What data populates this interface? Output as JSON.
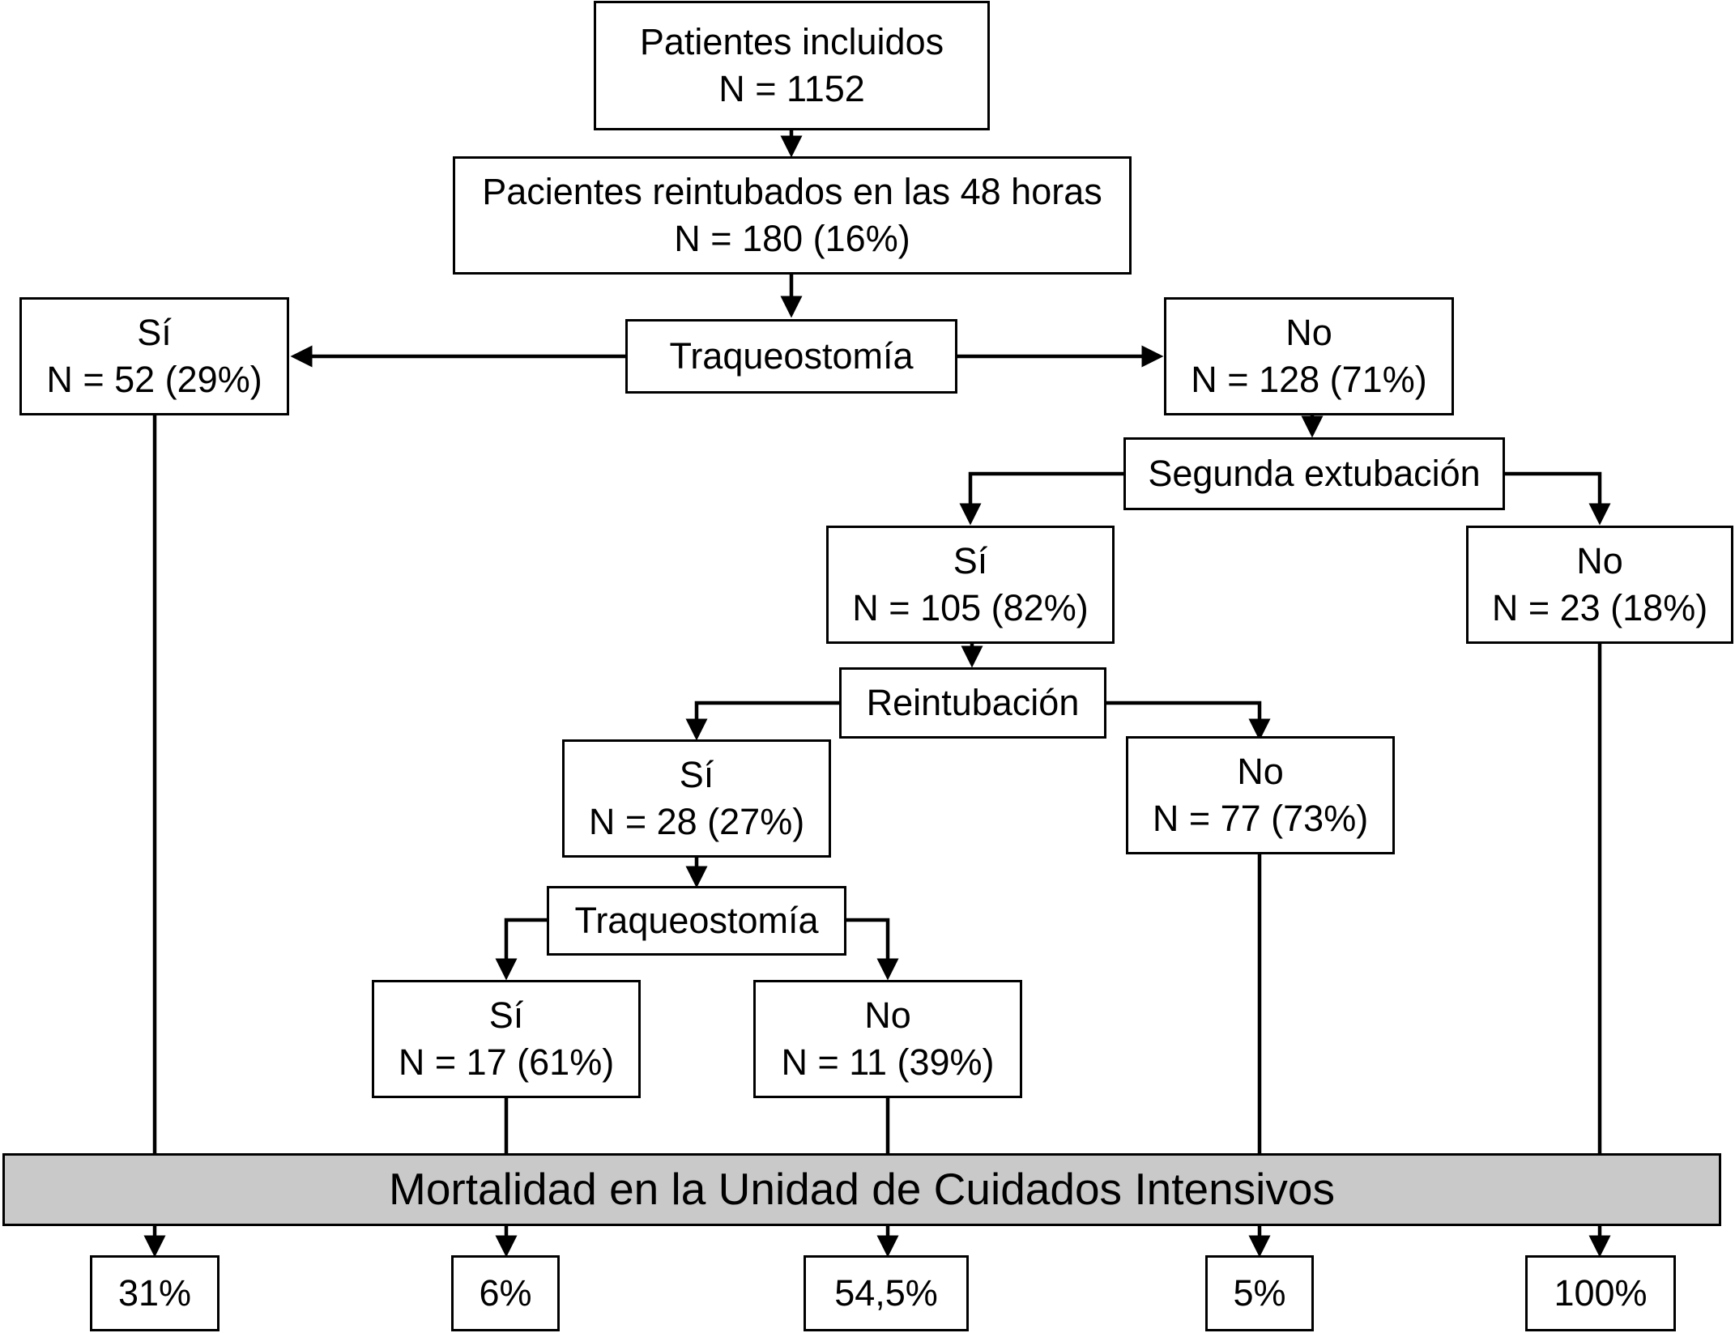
{
  "nodes": {
    "included": {
      "line1": "Patientes incluidos",
      "line2": "N = 1152"
    },
    "reintubated": {
      "line1": "Pacientes reintubados en las 48 horas",
      "line2": "N = 180 (16%)"
    },
    "trach1_yes": {
      "line1": "Sí",
      "line2": "N = 52 (29%)"
    },
    "trach1_no": {
      "line1": "No",
      "line2": "N = 128 (71%)"
    },
    "second_ext_yes": {
      "line1": "Sí",
      "line2": "N = 105 (82%)"
    },
    "second_ext_no": {
      "line1": "No",
      "line2": "N = 23 (18%)"
    },
    "reint_yes": {
      "line1": "Sí",
      "line2": "N = 28 (27%)"
    },
    "reint_no": {
      "line1": "No",
      "line2": "N = 77 (73%)"
    },
    "trach2_yes": {
      "line1": "Sí",
      "line2": "N = 17 (61%)"
    },
    "trach2_no": {
      "line1": "No",
      "line2": "N = 11 (39%)"
    }
  },
  "decisions": {
    "trach1": "Traqueostomía",
    "second_ext": "Segunda extubación",
    "reint": "Reintubación",
    "trach2": "Traqueostomía"
  },
  "mortality_band": "Mortalidad en la Unidad de Cuidados Intensivos",
  "results": {
    "trach1_yes": "31%",
    "trach2_yes": "6%",
    "trach2_no": "54,5%",
    "reint_no": "5%",
    "second_ext_no": "100%"
  },
  "colors": {
    "line": "#000000",
    "band": "#c9c9c9",
    "box": "#ffffff"
  }
}
